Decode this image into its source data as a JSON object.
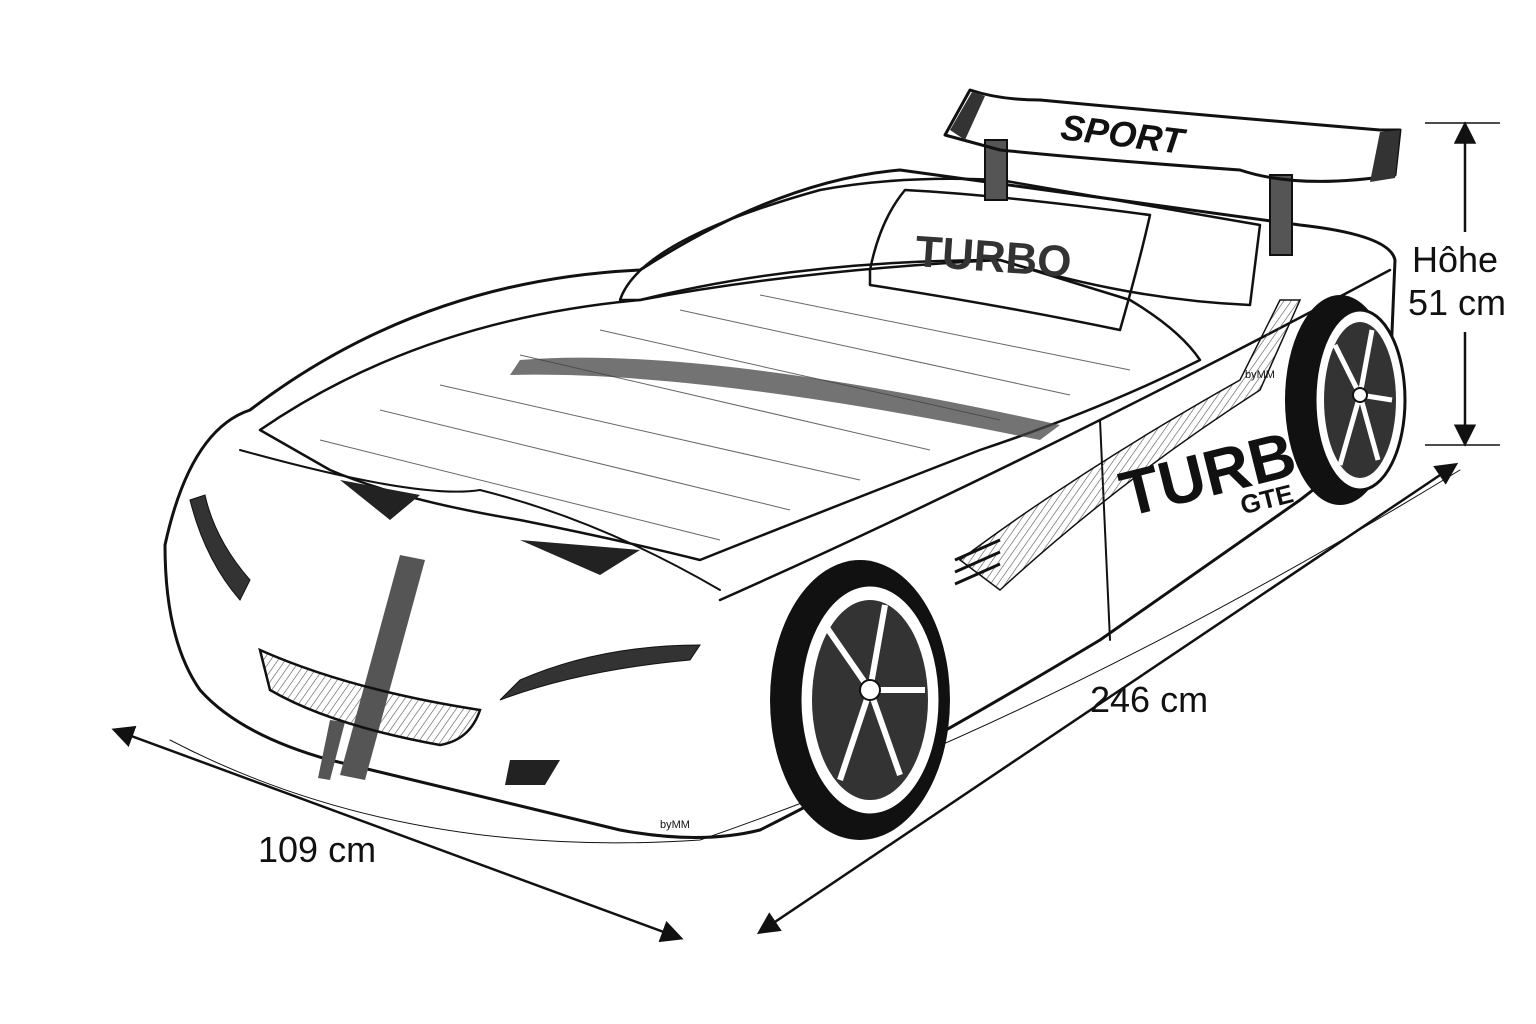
{
  "dimensions": {
    "width_label": "109 cm",
    "length_label": "246 cm",
    "height_label_line1": "Hôhe",
    "height_label_line2": "51 cm"
  },
  "decals": {
    "spoiler": "SPORT",
    "pillow": "TURBO",
    "side": "TURBO",
    "side_sub": "GTE",
    "brand_side": "byMM",
    "brand_front": "byMM"
  },
  "colors": {
    "ink": "#111111",
    "background": "#ffffff"
  },
  "icons": [
    "dimension-arrow",
    "car-bed-illustration",
    "wheel"
  ]
}
